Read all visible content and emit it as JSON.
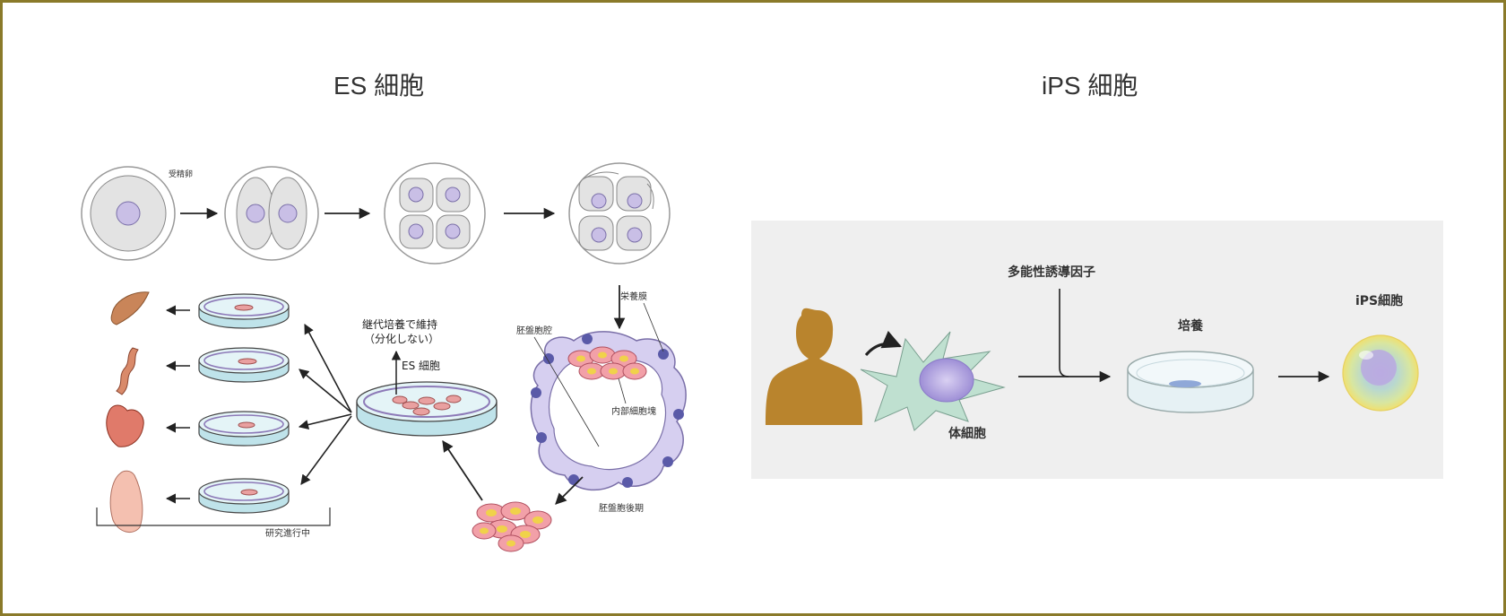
{
  "es": {
    "title": "ES 細胞",
    "labels": {
      "fertilized_egg": "受精卵",
      "trophectoderm": "栄養膜",
      "blastocoel": "胚盤胞腔",
      "inner_cell_mass": "内部細胞塊",
      "late_blastocyst": "胚盤胞後期",
      "passage_line1": "継代培養で維持",
      "passage_line2": "（分化しない）",
      "es_cell": "ES 細胞",
      "research": "研究進行中"
    }
  },
  "ips": {
    "title": "iPS 細胞",
    "labels": {
      "factors": "多能性誘導因子",
      "somatic": "体細胞",
      "culture": "培養",
      "ips_cell": "iPS細胞"
    }
  },
  "colors": {
    "frame": "#8a7a2a",
    "nucleus": "#c9bfe6",
    "cell": "#e3e3e3",
    "dish": "#bfe3ea",
    "cell_cluster": "#f2a0a8",
    "cell_core": "#f0d24a",
    "human": "#b9842d",
    "ips_panel": "#efefef"
  }
}
